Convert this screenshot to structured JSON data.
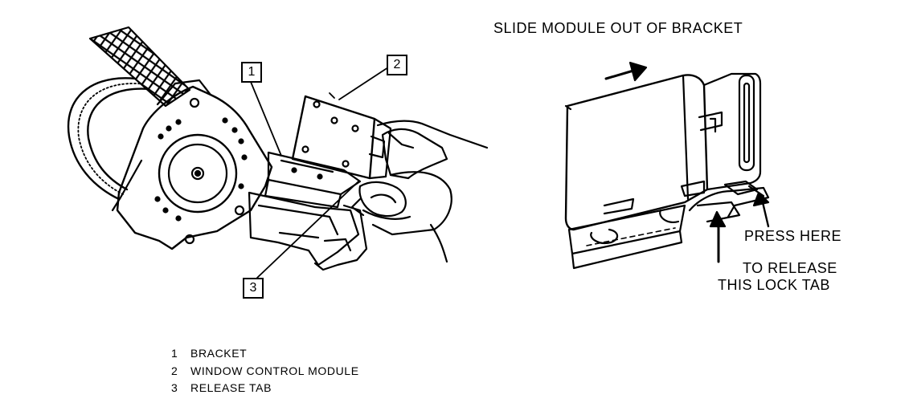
{
  "right_title": "SLIDE MODULE  OUT OF BRACKET",
  "press_here": "PRESS  HERE",
  "release_line1": "TO RELEASE",
  "release_line2": "THIS LOCK TAB",
  "callouts": [
    "1",
    "2",
    "3"
  ],
  "legend": [
    {
      "num": "1",
      "label": "BRACKET"
    },
    {
      "num": "2",
      "label": "WINDOW CONTROL MODULE"
    },
    {
      "num": "3",
      "label": "RELEASE TAB"
    }
  ],
  "colors": {
    "ink": "#000000",
    "paper": "#ffffff"
  }
}
